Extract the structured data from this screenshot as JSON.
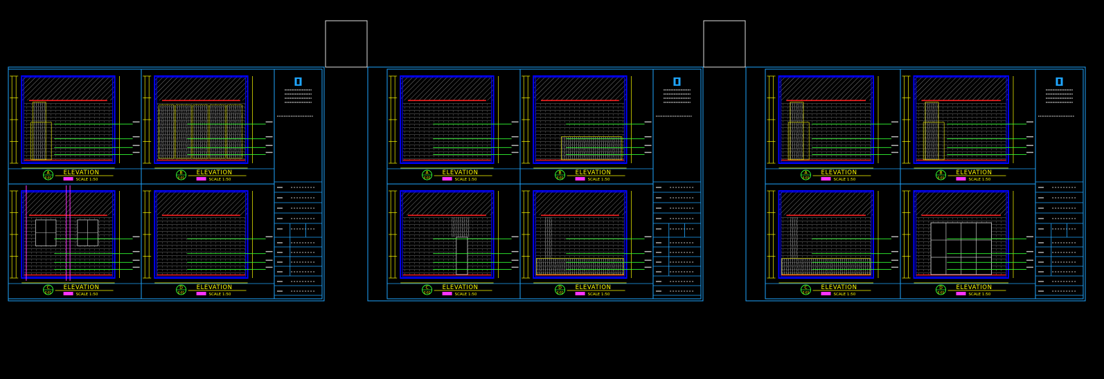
{
  "drawing": {
    "background_color": "#000000",
    "frame_color": "#1fa6ff",
    "tab_color": "#e0e0e0",
    "title_color": "#ffff00",
    "subtitle_color": "#ff33ff",
    "leader_color": "#33ff33",
    "dimension_color": "#ffff00",
    "panel_color": "#0000ff",
    "hatch_color": "#888888",
    "red_line_color": "#ff2020",
    "view_title": "ELEVATION",
    "scale_text": "SCALE 1:50",
    "sheets": [
      {
        "views": [
          {
            "id": "A",
            "ref": "E-01",
            "kind": "door"
          },
          {
            "id": "B",
            "ref": "E-01",
            "kind": "cabinet"
          },
          {
            "id": "C",
            "ref": "E-01",
            "kind": "windows"
          },
          {
            "id": "D",
            "ref": "E-01",
            "kind": "plain"
          }
        ]
      },
      {
        "views": [
          {
            "id": "A",
            "ref": "E-02",
            "kind": "plain"
          },
          {
            "id": "B",
            "ref": "E-02",
            "kind": "lowcab"
          },
          {
            "id": "C",
            "ref": "E-02",
            "kind": "opening"
          },
          {
            "id": "D",
            "ref": "E-02",
            "kind": "counter"
          }
        ]
      },
      {
        "views": [
          {
            "id": "A",
            "ref": "E-03",
            "kind": "door"
          },
          {
            "id": "B",
            "ref": "E-03",
            "kind": "door"
          },
          {
            "id": "C",
            "ref": "E-03",
            "kind": "counter"
          },
          {
            "id": "D",
            "ref": "E-03",
            "kind": "glazed"
          }
        ]
      }
    ]
  }
}
